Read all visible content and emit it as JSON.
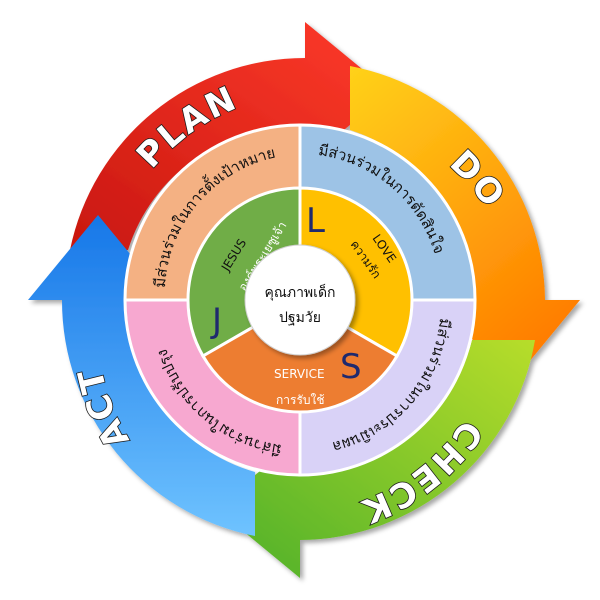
{
  "phases": {
    "plan": "PLAN",
    "do": "DO",
    "check": "CHECK",
    "act": "ACT"
  },
  "outer_ring": {
    "plan_text": "มีส่วนร่วมในการตั้งเป้าหมาย",
    "do_text": "มีส่วนร่วมในการตัดสินใจ",
    "check_text": "มีส่วนร่วมในการประเมินผล",
    "act_text": "มีส่วนร่วมในการปรับปรุง"
  },
  "core": {
    "jesus": {
      "letter": "J",
      "en": "JESUS",
      "th": "องค์พระเยซูเจ้า"
    },
    "love": {
      "letter": "L",
      "en": "LOVE",
      "th": "ความรัก"
    },
    "service": {
      "letter": "S",
      "en": "SERVICE",
      "th": "การรับใช้"
    }
  },
  "center": {
    "line1": "คุณภาพเด็ก",
    "line2": "ปฐมวัย"
  },
  "colors": {
    "plan_arrow": "#e8261f",
    "do_arrow": "#ffb400",
    "check_arrow": "#8cc63f",
    "act_arrow": "#1e90ff",
    "ring_plan": "#f4b183",
    "ring_do": "#9dc3e6",
    "ring_check": "#d9d2f7",
    "ring_act": "#f7a8d0",
    "core_jesus": "#70ad47",
    "core_love": "#ffc000",
    "core_service": "#ed7d31",
    "letter": "#1f2a6e"
  }
}
